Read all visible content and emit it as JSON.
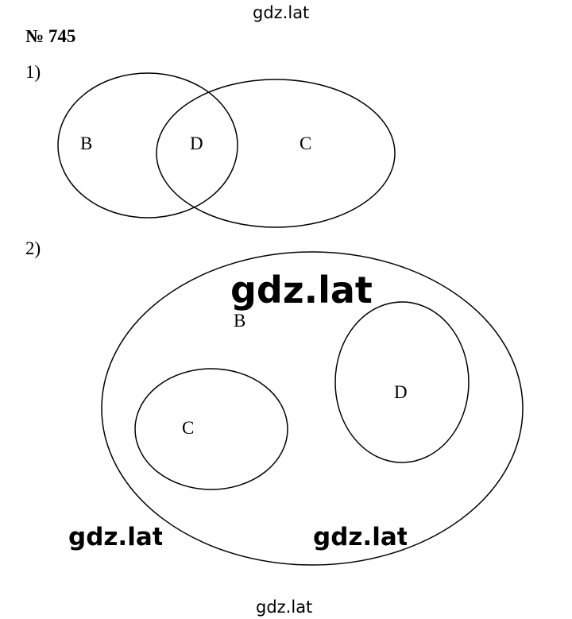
{
  "watermark": {
    "top": "gdz.lat",
    "center": "gdz.lat",
    "bottom_left": "gdz.lat",
    "bottom_right": "gdz.lat",
    "bottom": "gdz.lat"
  },
  "problem": {
    "number": "№ 745"
  },
  "parts": [
    {
      "label": "1)",
      "sets": [
        "B",
        "D",
        "C"
      ]
    },
    {
      "label": "2)",
      "sets": [
        "B",
        "C",
        "D"
      ]
    }
  ],
  "colors": {
    "stroke": "#000000",
    "background": "#ffffff"
  }
}
